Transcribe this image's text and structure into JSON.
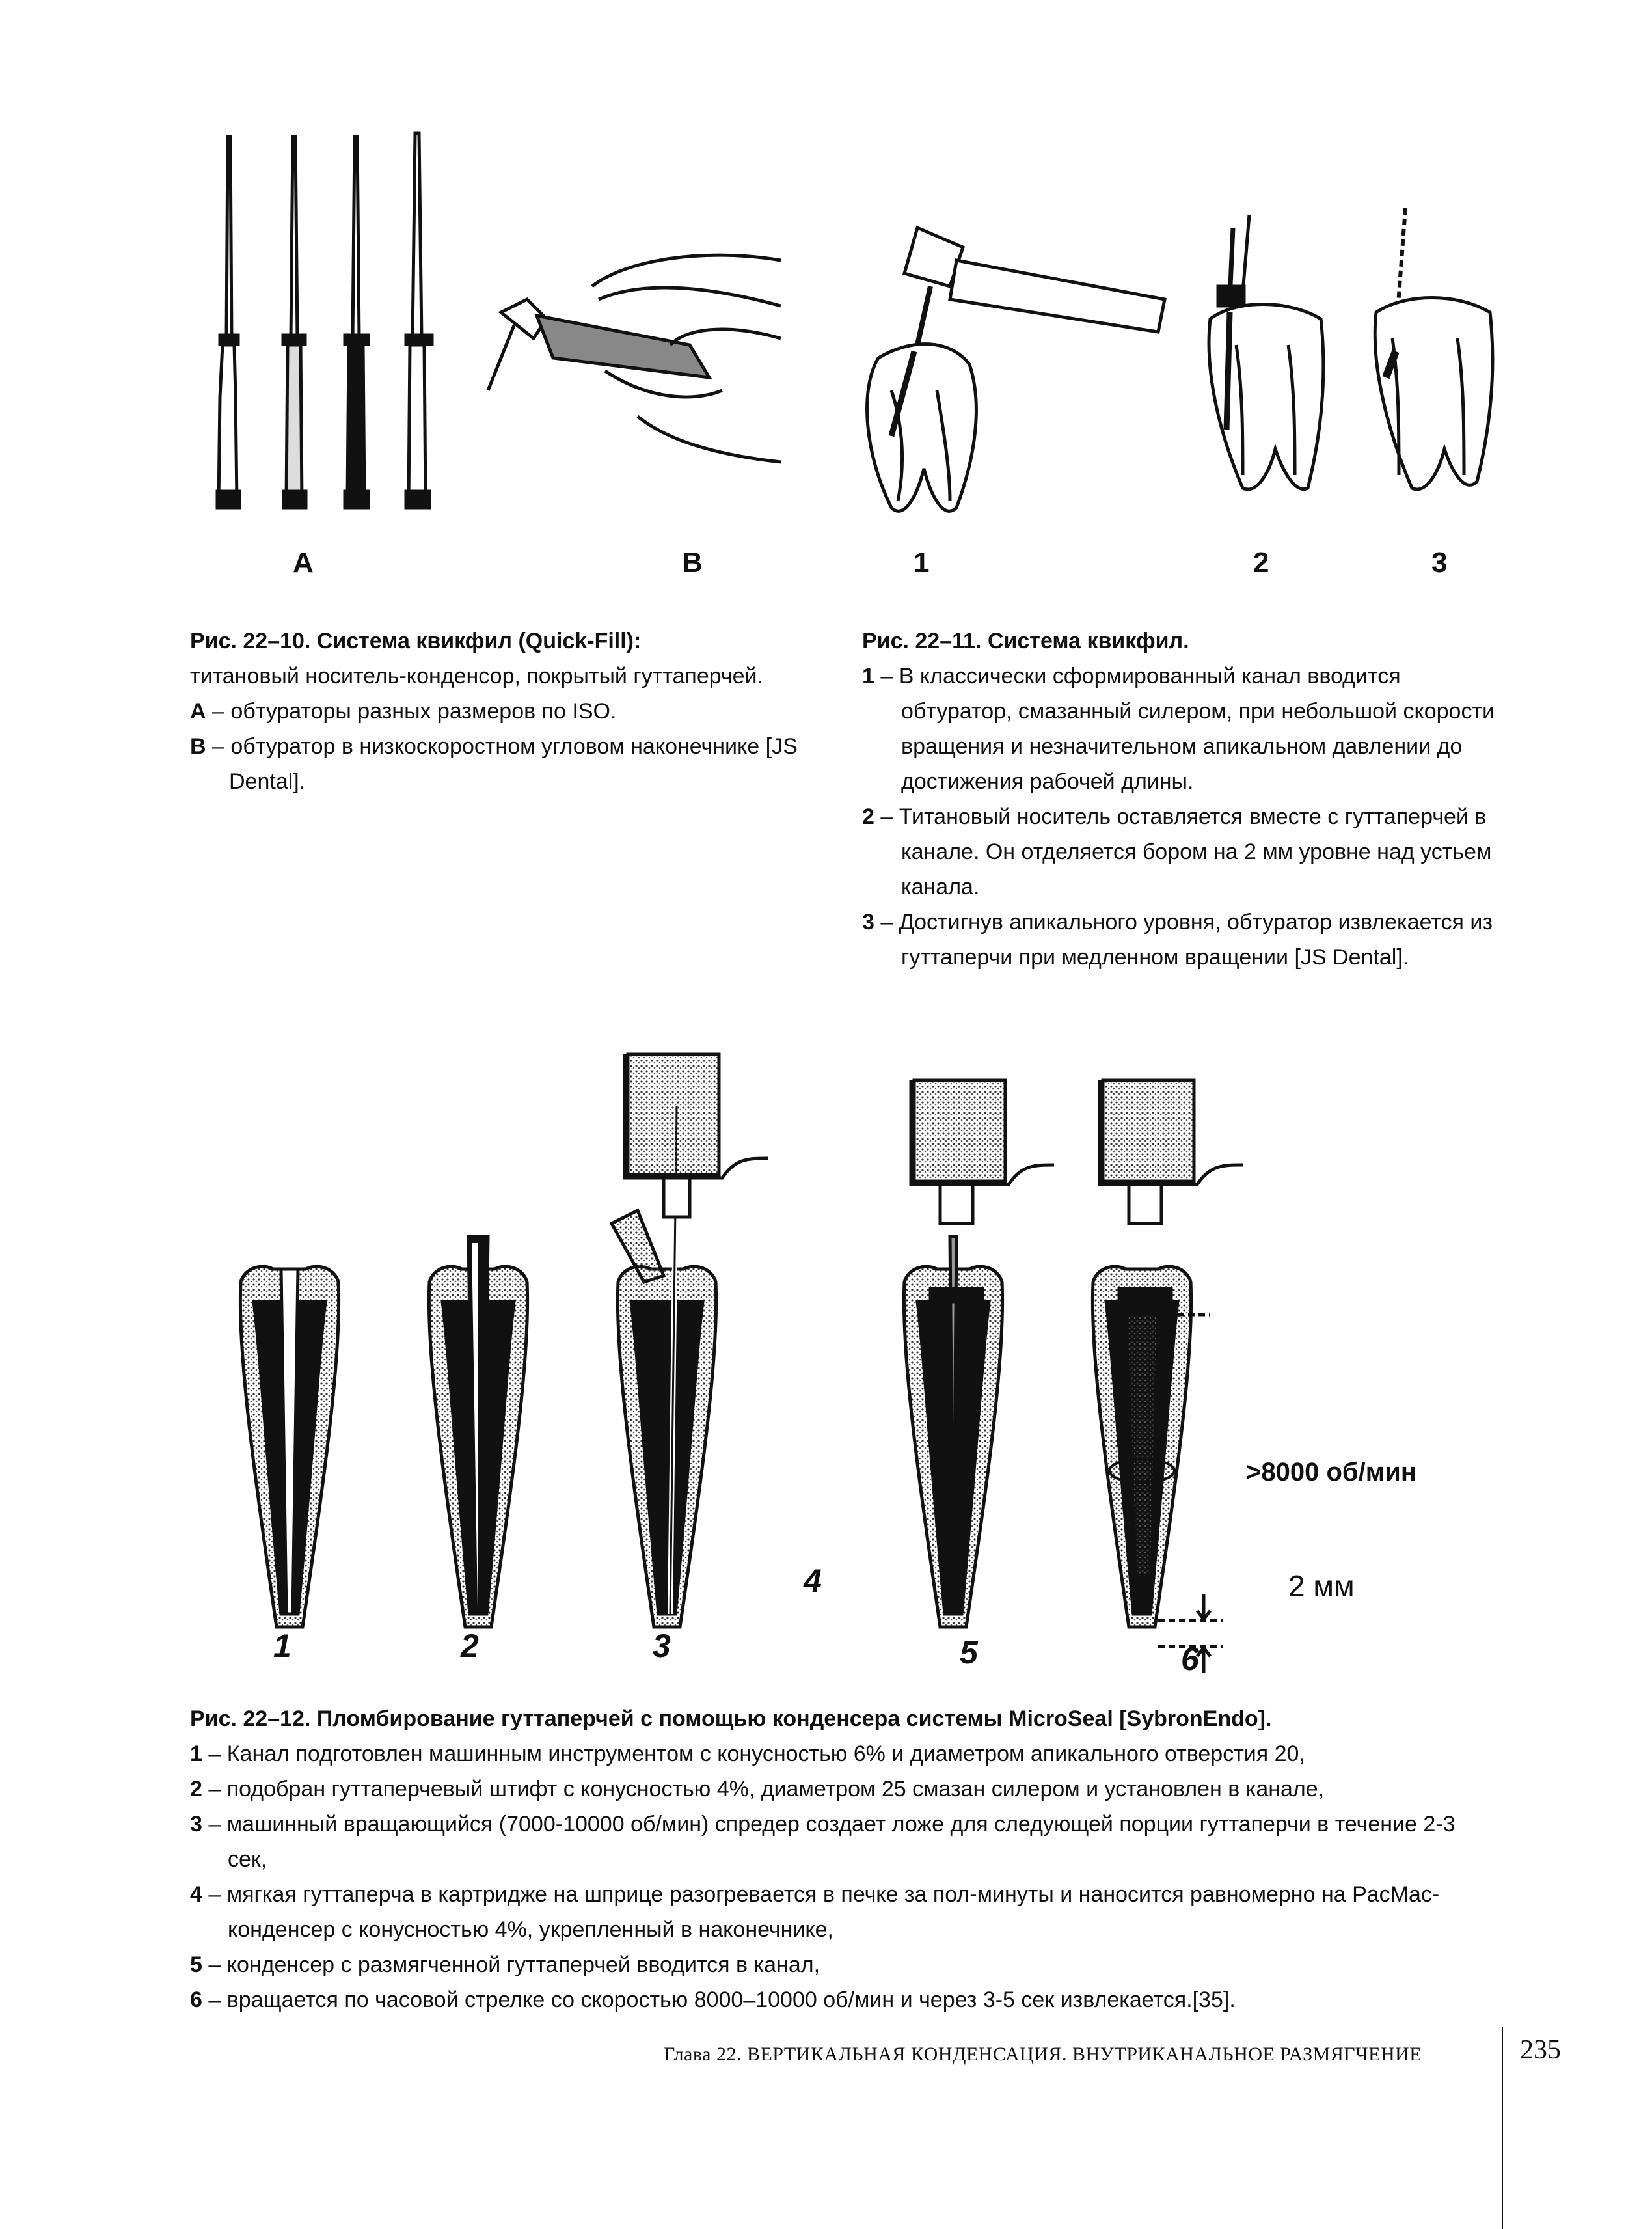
{
  "fig1": {
    "labels": [
      "A",
      "B",
      "1",
      "2",
      "3"
    ],
    "caption_left": {
      "title": "Рис. 22–10. Система квикфил (Quick-Fill):",
      "line1": "титановый носитель-конденсор, покрытый гуттаперчей.",
      "items": [
        {
          "key": "A",
          "text": " – обтураторы разных размеров по ISO."
        },
        {
          "key": "B",
          "text": " – обтуратор в низкоскоростном угловом наконечнике [JS Dental]."
        }
      ]
    },
    "caption_right": {
      "title": "Рис. 22–11. Система квикфил.",
      "items": [
        {
          "key": "1",
          "text": " – В классически сформированный канал вводится обтуратор, смазанный силером, при небольшой скорости вращения и незначительном апикальном давлении до достижения рабочей длины."
        },
        {
          "key": "2",
          "text": " – Титановый носитель оставляется вместе с гуттаперчей в канале. Он отделяется бором на 2 мм уровне над устьем канала."
        },
        {
          "key": "3",
          "text": " – Достигнув апикального уровня, обтуратор извлекается из гуттаперчи при медленном вращении [JS Dental]."
        }
      ]
    }
  },
  "fig2": {
    "labels": [
      "1",
      "2",
      "3",
      "4",
      "5",
      "6"
    ],
    "annotations": {
      "speed": ">8000 об/мин",
      "distance": "2 мм"
    },
    "caption": {
      "title": "Рис. 22–12. Пломбирование гуттаперчей с помощью конденсера системы MicroSeal  [SybronEndo].",
      "items": [
        {
          "key": "1",
          "text": " – Канал подготовлен машинным инструментом с конусностью 6% и диаметром апикального отверстия 20,"
        },
        {
          "key": "2",
          "text": " – подобран гуттаперчевый штифт с конусностью 4%,  диаметром 25 смазан силером и установлен в канале,"
        },
        {
          "key": "3",
          "text": " – машинный вращающийся (7000-10000 об/мин) спредер создает ложе для следующей порции гуттаперчи в течение 2-3 сек,"
        },
        {
          "key": "4",
          "text": " –  мягкая гуттаперча в картридже на шприце разогревается в печке за пол-минуты и наносится равномерно на  PacMac-конденсер с конусностью 4%, укрепленный в наконечнике,"
        },
        {
          "key": "5",
          "text": " – конденсер с размягченной гуттаперчей вводится в канал,"
        },
        {
          "key": "6",
          "text": " – вращается по часовой стрелке со скоростью 8000–10000 об/мин и через 3-5 сек извлекается.[35]."
        }
      ]
    }
  },
  "footer": {
    "running_head": "Глава 22. ВЕРТИКАЛЬНАЯ КОНДЕНСАЦИЯ. ВНУТРИКАНАЛЬНОЕ РАЗМЯГЧЕНИЕ",
    "page_number": "235"
  }
}
